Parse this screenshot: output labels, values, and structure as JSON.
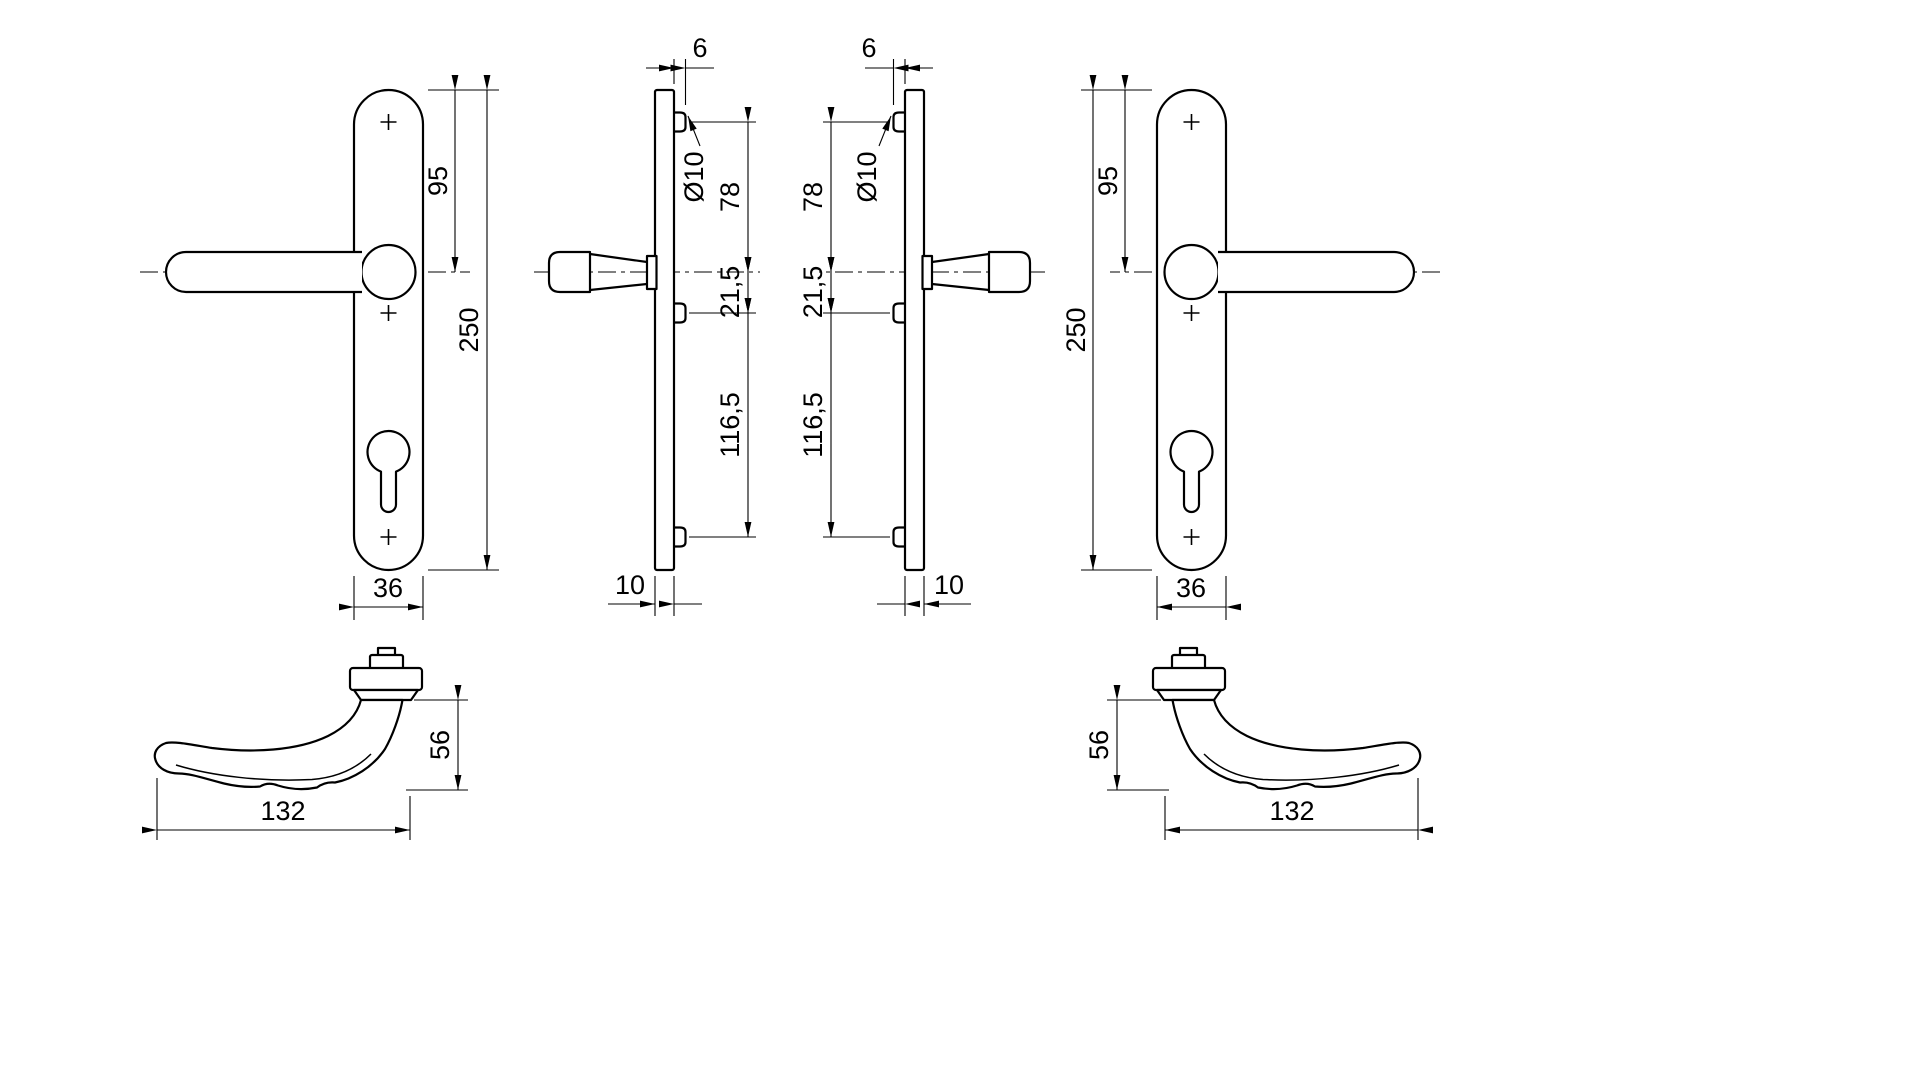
{
  "drawing": {
    "background_color": "#ffffff",
    "line_color": "#000000",
    "dims": {
      "d95": "95",
      "d250": "250",
      "d36": "36",
      "d6": "6",
      "dia10": "Ø10",
      "d78": "78",
      "d21_5": "21,5",
      "d116_5": "116,5",
      "d10": "10",
      "d56": "56",
      "d132": "132"
    }
  }
}
